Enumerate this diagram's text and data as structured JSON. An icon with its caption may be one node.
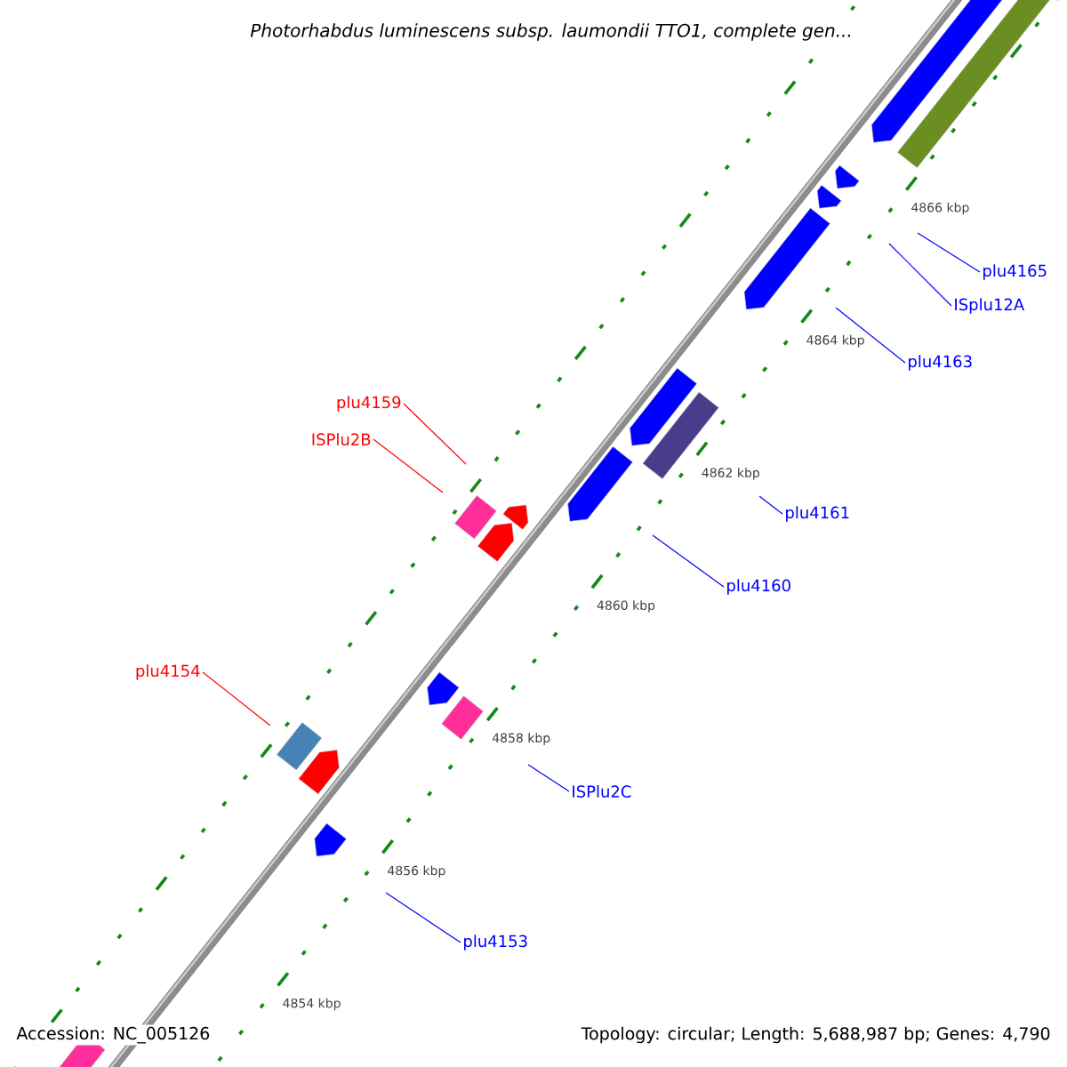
{
  "diagram": {
    "title": "Photorhabdus luminescens subsp. laumondii TTO1, complete gen...",
    "nodes": [
      {
        "text": [
          "plu4165"
        ]
      },
      {
        "text": [
          "ISplu12A"
        ]
      },
      {
        "text": [
          "plu4163"
        ]
      },
      {
        "text": [
          "plu4159"
        ]
      },
      {
        "text": [
          "ISPlu2B"
        ]
      },
      {
        "text": [
          "plu4161"
        ]
      },
      {
        "text": [
          "plu4160"
        ]
      },
      {
        "text": [
          "plu4154"
        ]
      },
      {
        "text": [
          "ISPlu2C"
        ]
      },
      {
        "text": [
          "plu4153"
        ]
      }
    ],
    "edges": [
      {
        "from": 0,
        "to": null,
        "arrow": "none"
      },
      {
        "from": 1,
        "to": null,
        "arrow": "none"
      },
      {
        "from": 2,
        "to": null,
        "arrow": "none"
      },
      {
        "from": 3,
        "to": null,
        "arrow": "none",
        "color": "#ff0000"
      },
      {
        "from": 4,
        "to": null,
        "arrow": "none",
        "color": "#ff0000"
      },
      {
        "from": 5,
        "to": null,
        "arrow": "none"
      },
      {
        "from": 6,
        "to": null,
        "arrow": "none"
      },
      {
        "from": 7,
        "to": null,
        "arrow": "none",
        "color": "#ff0000"
      },
      {
        "from": 8,
        "to": null,
        "arrow": "none"
      },
      {
        "from": 9,
        "to": null,
        "arrow": "none"
      }
    ],
    "labels": [
      "4866 kbp",
      "4864 kbp",
      "4862 kbp",
      "4860 kbp",
      "4858 kbp",
      "4856 kbp",
      "4854 kbp",
      "Accession: NC_005126",
      "Topology: circular; Length: 5,688,987 bp; Genes: 4,790"
    ]
  }
}
